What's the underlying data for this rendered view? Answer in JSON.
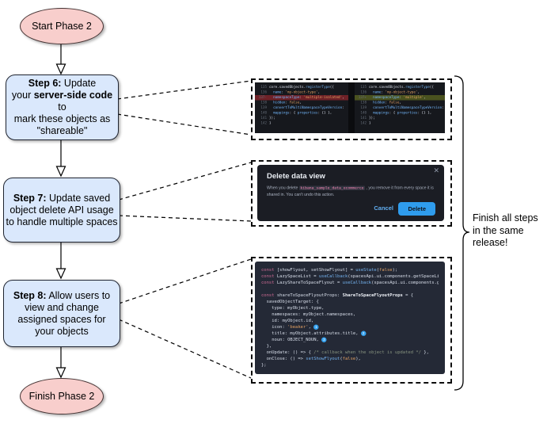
{
  "flowchart": {
    "start_label": "Start Phase 2",
    "finish_label": "Finish Phase 2",
    "steps": [
      {
        "lines": [
          [
            {
              "b": 1,
              "t": "Step 6:"
            },
            {
              "t": " Update"
            }
          ],
          [
            {
              "t": "your "
            },
            {
              "b": 1,
              "t": "server-side code"
            },
            {
              "t": " to"
            }
          ],
          [
            {
              "t": "mark these objects as"
            }
          ],
          [
            {
              "t": "\"shareable\""
            }
          ]
        ]
      },
      {
        "lines": [
          [
            {
              "b": 1,
              "t": "Step 7:"
            },
            {
              "t": " Update saved"
            }
          ],
          [
            {
              "t": "object delete API usage"
            }
          ],
          [
            {
              "t": "to handle multiple spaces"
            }
          ]
        ]
      },
      {
        "lines": [
          [
            {
              "b": 1,
              "t": "Step 8:"
            },
            {
              "t": " Allow users to"
            }
          ],
          [
            {
              "t": "view and change"
            }
          ],
          [
            {
              "t": "assigned spaces for"
            }
          ],
          [
            {
              "t": "your objects"
            }
          ]
        ]
      }
    ]
  },
  "annotation": {
    "lines": [
      "Finish all steps",
      "in the same",
      "release!"
    ]
  },
  "colors": {
    "node_pink": "#f8cecc",
    "node_blue": "#dae8fc",
    "accent_blue": "#36a2ef",
    "diff_removed_bg": "#6e2127",
    "diff_added_bg": "#4a521f",
    "dark_panel": "#1b1d24",
    "code_panel": "#242936"
  },
  "screenshots": {
    "diff": {
      "left": {
        "rows": [
          {
            "n": "135",
            "tokens": [
              {
                "c": "p",
                "t": "core.savedObjects."
              },
              {
                "c": "f",
                "t": "registerType"
              },
              {
                "c": "p",
                "t": "({"
              }
            ]
          },
          {
            "n": "136",
            "tokens": [
              {
                "c": "p",
                "t": "  "
              },
              {
                "c": "prop",
                "t": "name"
              },
              {
                "c": "p",
                "t": ": "
              },
              {
                "c": "s",
                "t": "'my-object-type'"
              },
              {
                "c": "p",
                "t": ","
              }
            ]
          },
          {
            "n": "137",
            "mark": "-",
            "hl": "red",
            "tokens": [
              {
                "c": "p",
                "t": "  "
              },
              {
                "c": "prop",
                "t": "namespaceType"
              },
              {
                "c": "p",
                "t": ": "
              },
              {
                "c": "s",
                "t": "'multiple-isolated'"
              },
              {
                "c": "p",
                "t": ","
              }
            ]
          },
          {
            "n": "138",
            "tokens": [
              {
                "c": "p",
                "t": "  "
              },
              {
                "c": "prop",
                "t": "hidden"
              },
              {
                "c": "p",
                "t": ": "
              },
              {
                "c": "n",
                "t": "false"
              },
              {
                "c": "p",
                "t": ","
              }
            ]
          },
          {
            "n": "139",
            "tokens": [
              {
                "c": "p",
                "t": "  "
              },
              {
                "c": "prop",
                "t": "convertToMultiNamespaceTypeVersion"
              },
              {
                "c": "p",
                "t": ":"
              }
            ]
          },
          {
            "n": "140",
            "tokens": [
              {
                "c": "p",
                "t": "  "
              },
              {
                "c": "prop",
                "t": "mappings"
              },
              {
                "c": "p",
                "t": ": { "
              },
              {
                "c": "prop",
                "t": "properties"
              },
              {
                "c": "p",
                "t": ": {} },"
              }
            ]
          },
          {
            "n": "141",
            "tokens": [
              {
                "c": "p",
                "t": "});"
              }
            ]
          },
          {
            "n": "142",
            "tokens": [
              {
                "c": "p",
                "t": "}"
              }
            ]
          }
        ]
      },
      "right": {
        "rows": [
          {
            "n": "135",
            "tokens": [
              {
                "c": "p",
                "t": "core.savedObjects."
              },
              {
                "c": "f",
                "t": "registerType"
              },
              {
                "c": "p",
                "t": "({"
              }
            ]
          },
          {
            "n": "136",
            "tokens": [
              {
                "c": "p",
                "t": "  "
              },
              {
                "c": "prop",
                "t": "name"
              },
              {
                "c": "p",
                "t": ": "
              },
              {
                "c": "s",
                "t": "'my-object-type'"
              },
              {
                "c": "p",
                "t": ","
              }
            ]
          },
          {
            "n": "137",
            "mark": "+",
            "hl": "green",
            "tokens": [
              {
                "c": "p",
                "t": "  "
              },
              {
                "c": "prop",
                "t": "namespaceType"
              },
              {
                "c": "p",
                "t": ": "
              },
              {
                "c": "s",
                "t": "'multiple'"
              },
              {
                "c": "p",
                "t": ","
              }
            ]
          },
          {
            "n": "138",
            "tokens": [
              {
                "c": "p",
                "t": "  "
              },
              {
                "c": "prop",
                "t": "hidden"
              },
              {
                "c": "p",
                "t": ": "
              },
              {
                "c": "n",
                "t": "false"
              },
              {
                "c": "p",
                "t": ","
              }
            ]
          },
          {
            "n": "139",
            "tokens": [
              {
                "c": "p",
                "t": "  "
              },
              {
                "c": "prop",
                "t": "convertToMultiNamespaceTypeVersion"
              },
              {
                "c": "p",
                "t": ":"
              }
            ]
          },
          {
            "n": "140",
            "tokens": [
              {
                "c": "p",
                "t": "  "
              },
              {
                "c": "prop",
                "t": "mappings"
              },
              {
                "c": "p",
                "t": ": { "
              },
              {
                "c": "prop",
                "t": "properties"
              },
              {
                "c": "p",
                "t": ": {} },"
              }
            ]
          },
          {
            "n": "141",
            "tokens": [
              {
                "c": "p",
                "t": "});"
              }
            ]
          },
          {
            "n": "142",
            "tokens": [
              {
                "c": "p",
                "t": "}"
              }
            ]
          }
        ]
      }
    },
    "dialog": {
      "title": "Delete data view",
      "close_icon": "✕",
      "body_pre": "When you delete ",
      "body_code": "kibana_sample_data_ecommerce",
      "body_post": " , you remove it from every space it is",
      "body_line2": "shared in. You can't undo this action.",
      "cancel_label": "Cancel",
      "delete_label": "Delete"
    },
    "code": {
      "lines": [
        [
          {
            "c": "k",
            "t": "const"
          },
          {
            "c": "p",
            "t": " [showFlyout, setShowFlyout] = "
          },
          {
            "c": "f",
            "t": "useState"
          },
          {
            "c": "p",
            "t": "("
          },
          {
            "c": "n",
            "t": "false"
          },
          {
            "c": "p",
            "t": ");"
          }
        ],
        [
          {
            "c": "k",
            "t": "const"
          },
          {
            "c": "p",
            "t": " LazySpaceList = "
          },
          {
            "c": "f",
            "t": "useCallback"
          },
          {
            "c": "p",
            "t": "(spacesApi.ui.components.getSpaceList"
          }
        ],
        [
          {
            "c": "k",
            "t": "const"
          },
          {
            "c": "p",
            "t": " LazyShareToSpaceFlyout = "
          },
          {
            "c": "f",
            "t": "useCallback"
          },
          {
            "c": "p",
            "t": "(spacesApi.ui.components.getShareToSpaceFlyout"
          }
        ],
        [],
        [
          {
            "c": "k",
            "t": "const"
          },
          {
            "c": "p",
            "t": " shareToSpaceFlyoutProps: "
          },
          {
            "c": "t",
            "t": "ShareToSpaceFlyoutProps"
          },
          {
            "c": "p",
            "t": " = {"
          }
        ],
        [
          {
            "c": "p",
            "t": "  savedObjectTarget: {"
          }
        ],
        [
          {
            "c": "p",
            "t": "    type: myObject.type,"
          }
        ],
        [
          {
            "c": "p",
            "t": "    namespaces: myObject.namespaces,"
          }
        ],
        [
          {
            "c": "p",
            "t": "    id: myObject.id,"
          }
        ],
        [
          {
            "c": "p",
            "t": "    icon: "
          },
          {
            "c": "s",
            "t": "'beaker'"
          },
          {
            "c": "p",
            "t": ", "
          },
          {
            "c": "badge",
            "t": "1"
          }
        ],
        [
          {
            "c": "p",
            "t": "    title: myObject.attributes.title, "
          },
          {
            "c": "badge",
            "t": "2"
          }
        ],
        [
          {
            "c": "p",
            "t": "    noun: OBJECT_NOUN, "
          },
          {
            "c": "badge",
            "t": "3"
          }
        ],
        [
          {
            "c": "p",
            "t": "  },"
          }
        ],
        [
          {
            "c": "p",
            "t": "  onUpdate: () => { "
          },
          {
            "c": "c",
            "t": "/* callback when the object is updated */"
          },
          {
            "c": "p",
            "t": " },"
          }
        ],
        [
          {
            "c": "p",
            "t": "  onClose: () => "
          },
          {
            "c": "f",
            "t": "setShowFlyout"
          },
          {
            "c": "p",
            "t": "("
          },
          {
            "c": "n",
            "t": "false"
          },
          {
            "c": "p",
            "t": "),"
          }
        ],
        [
          {
            "c": "p",
            "t": "};"
          }
        ]
      ]
    }
  }
}
